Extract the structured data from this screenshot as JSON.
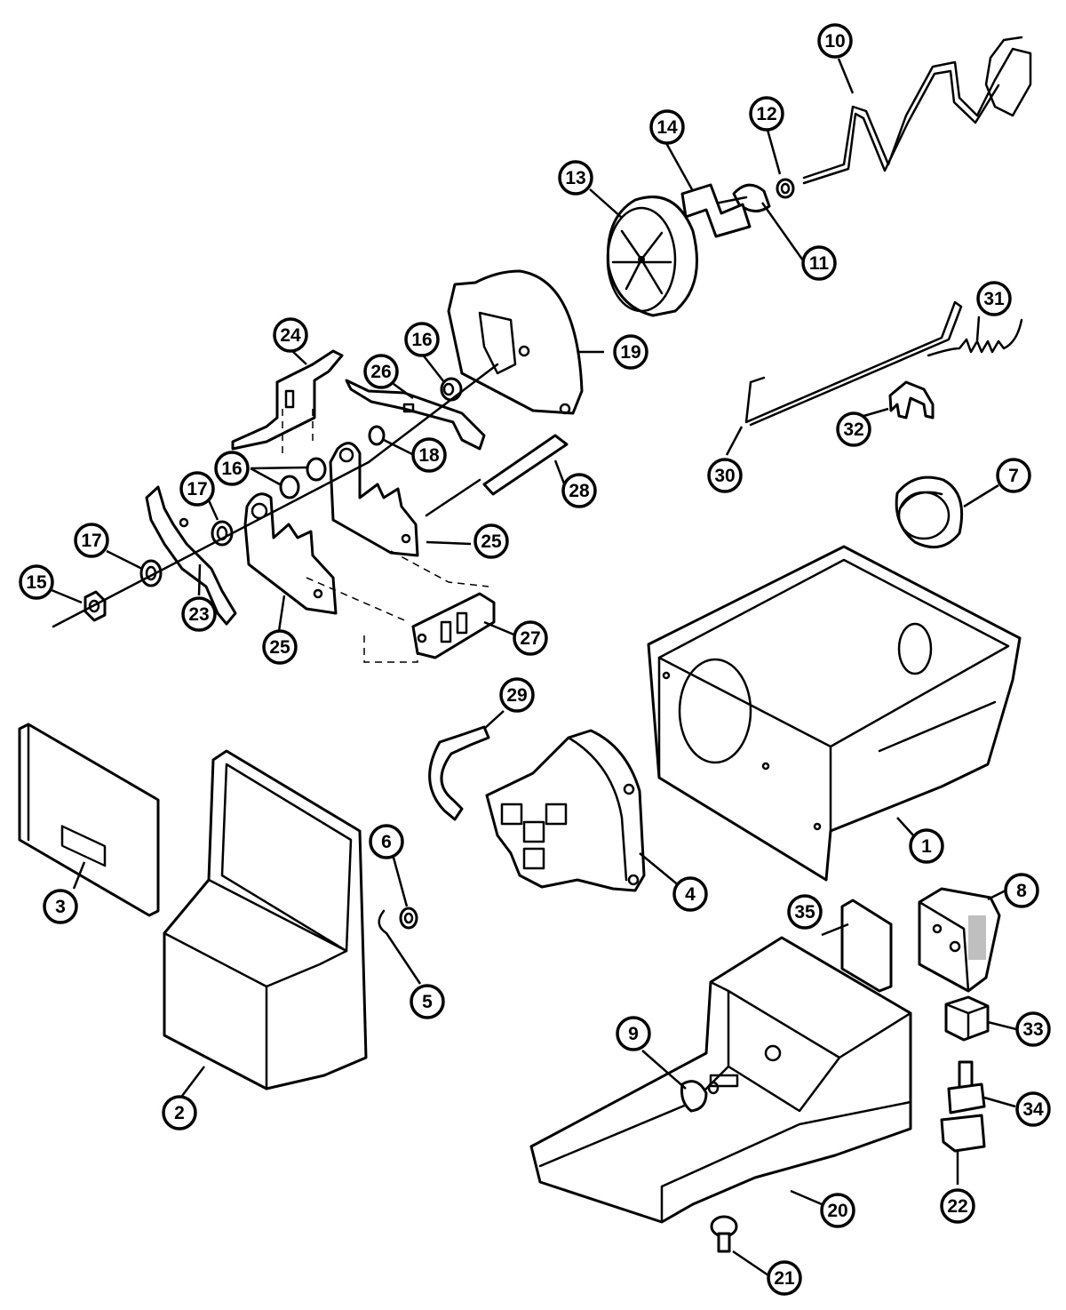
{
  "callouts": [
    {
      "id": "c1",
      "label": "1"
    },
    {
      "id": "c2",
      "label": "2"
    },
    {
      "id": "c3",
      "label": "3"
    },
    {
      "id": "c4",
      "label": "4"
    },
    {
      "id": "c5",
      "label": "5"
    },
    {
      "id": "c6",
      "label": "6"
    },
    {
      "id": "c7",
      "label": "7"
    },
    {
      "id": "c8",
      "label": "8"
    },
    {
      "id": "c9",
      "label": "9"
    },
    {
      "id": "c10",
      "label": "10"
    },
    {
      "id": "c11",
      "label": "11"
    },
    {
      "id": "c12",
      "label": "12"
    },
    {
      "id": "c13",
      "label": "13"
    },
    {
      "id": "c14",
      "label": "14"
    },
    {
      "id": "c15",
      "label": "15"
    },
    {
      "id": "c16a",
      "label": "16"
    },
    {
      "id": "c16b",
      "label": "16"
    },
    {
      "id": "c17a",
      "label": "17"
    },
    {
      "id": "c17b",
      "label": "17"
    },
    {
      "id": "c18",
      "label": "18"
    },
    {
      "id": "c19",
      "label": "19"
    },
    {
      "id": "c20",
      "label": "20"
    },
    {
      "id": "c21",
      "label": "21"
    },
    {
      "id": "c22",
      "label": "22"
    },
    {
      "id": "c23",
      "label": "23"
    },
    {
      "id": "c24",
      "label": "24"
    },
    {
      "id": "c25a",
      "label": "25"
    },
    {
      "id": "c25b",
      "label": "25"
    },
    {
      "id": "c26",
      "label": "26"
    },
    {
      "id": "c27",
      "label": "27"
    },
    {
      "id": "c28",
      "label": "28"
    },
    {
      "id": "c29",
      "label": "29"
    },
    {
      "id": "c30",
      "label": "30"
    },
    {
      "id": "c31",
      "label": "31"
    },
    {
      "id": "c32",
      "label": "32"
    },
    {
      "id": "c33",
      "label": "33"
    },
    {
      "id": "c34",
      "label": "34"
    },
    {
      "id": "c35",
      "label": "35"
    }
  ]
}
